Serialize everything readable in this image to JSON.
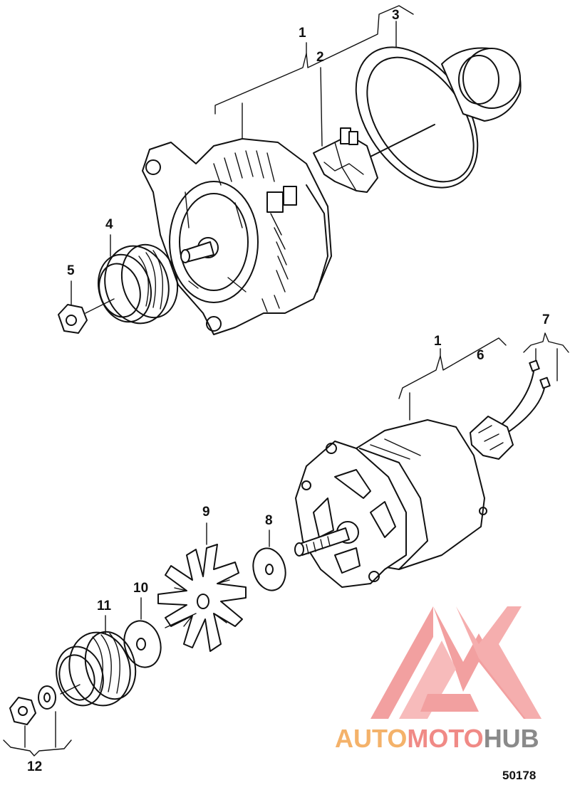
{
  "callouts": {
    "c1_top": "1",
    "c2": "2",
    "c3": "3",
    "c4": "4",
    "c5": "5",
    "c1_bottom": "1",
    "c6": "6",
    "c7": "7",
    "c8": "8",
    "c9": "9",
    "c10": "10",
    "c11": "11",
    "c12": "12"
  },
  "reference_number": "50178",
  "watermark": {
    "part_a": "AUTO",
    "part_b": "MOTO",
    "part_c": "HUB",
    "color_a": "#f4b26a",
    "color_b": "#f08a86",
    "color_c": "#8a8a8a"
  }
}
